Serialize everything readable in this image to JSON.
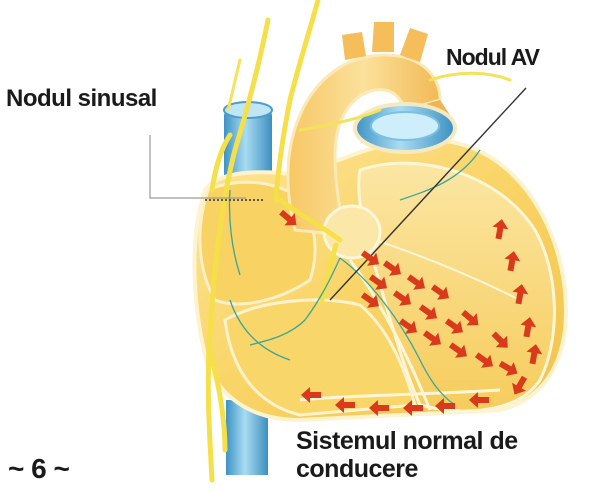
{
  "labels": {
    "sinus_node": "Nodul sinusal",
    "av_node": "Nodul AV",
    "conduction_system_line1": "Sistemul normal de",
    "conduction_system_line2": "conducere",
    "page_number": "~ 6 ~"
  },
  "colors": {
    "background": "#ffffff",
    "heart_fill": "#f8cf5a",
    "heart_light": "#fbe39a",
    "nerve_yellow": "#f5e04a",
    "vessel_blue": "#5aaed6",
    "arrow_red": "#d93a1c",
    "text": "#1a1a1a"
  },
  "icons": {
    "arrow": "red-arrow-icon"
  }
}
